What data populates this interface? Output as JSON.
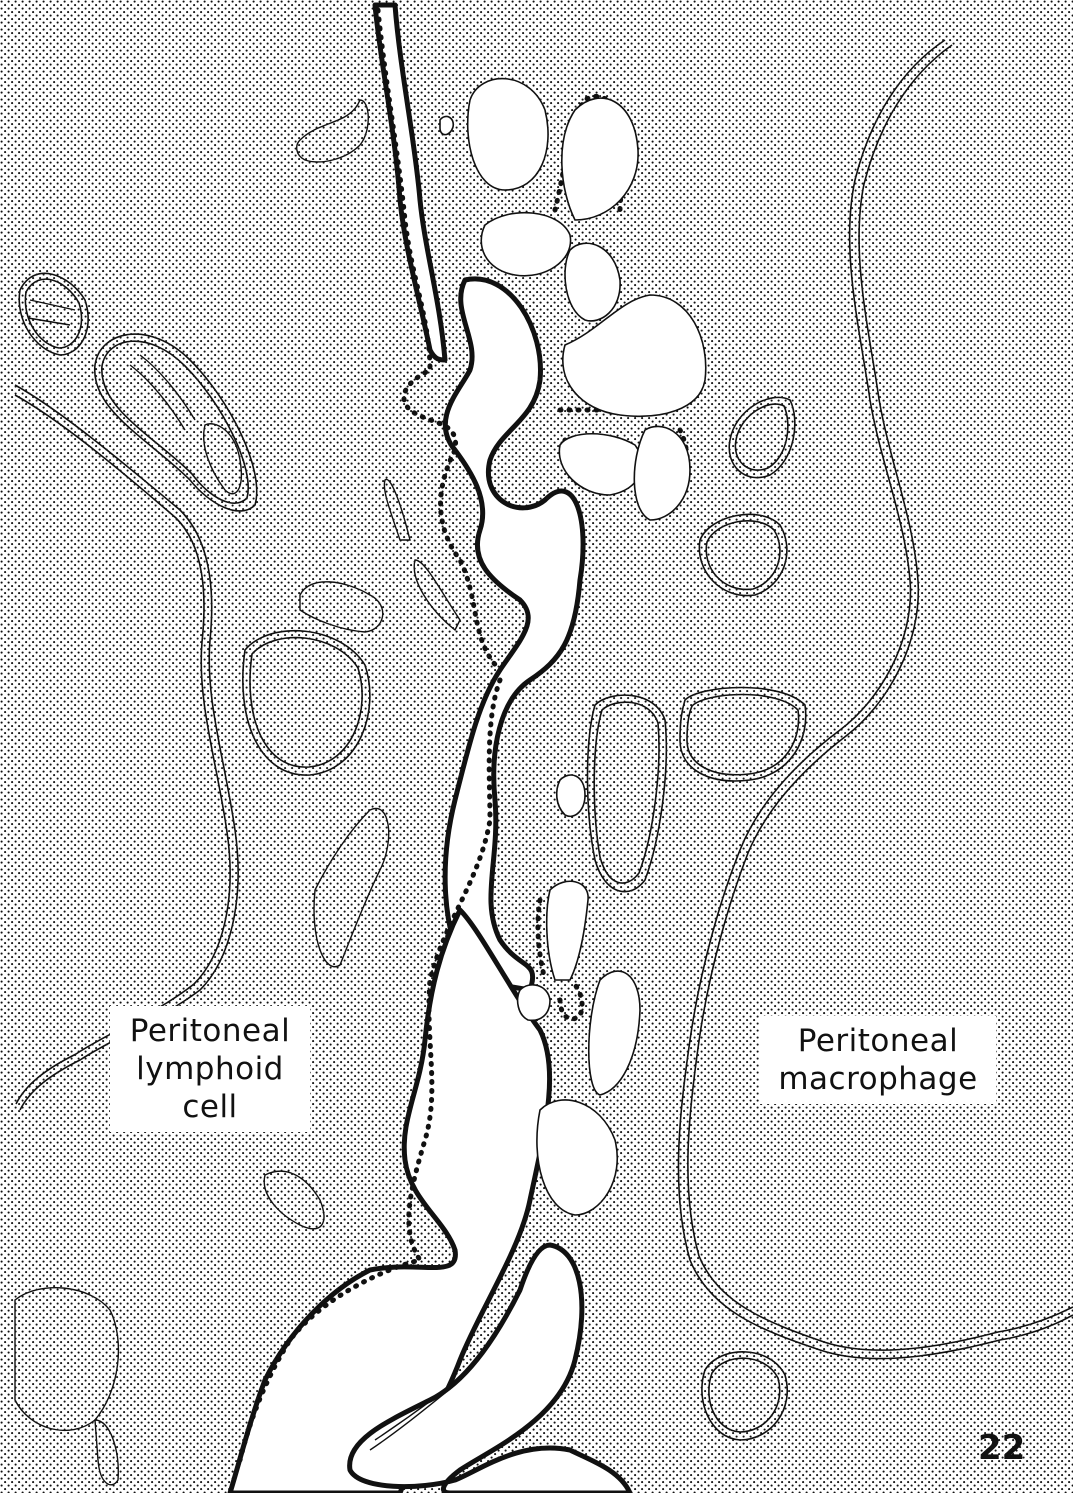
{
  "labels": {
    "left_lines": [
      "Peritoneal",
      "lymphoid",
      "cell"
    ],
    "right_lines": [
      "Peritoneal",
      "macrophage"
    ]
  },
  "figure_number": "22",
  "colors": {
    "ink": "#111111",
    "paper": "#ffffff"
  }
}
